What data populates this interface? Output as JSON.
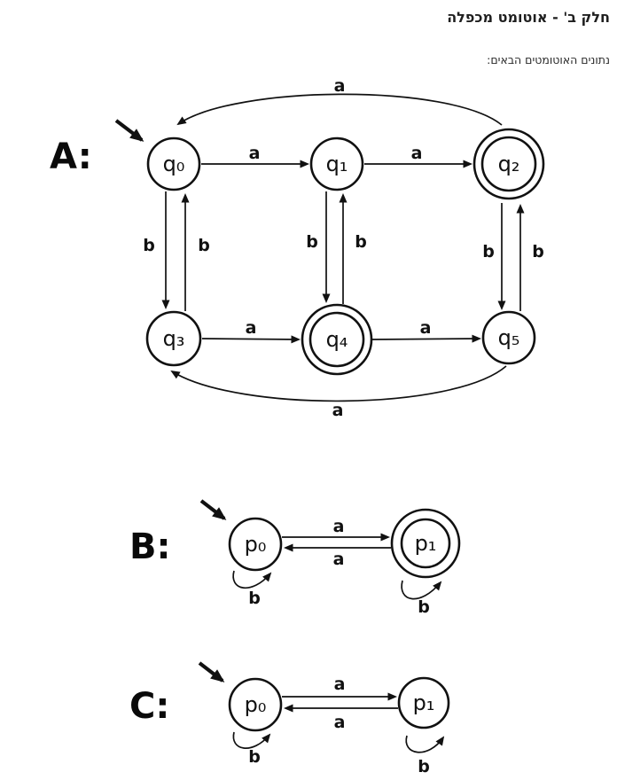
{
  "header": {
    "title": "חלק ב' - אוטומט מכפלה",
    "subtitle": "נתונים האוטומטים הבאים:"
  },
  "automata": {
    "a": {
      "label": "A:",
      "states": [
        {
          "id": "q0",
          "label": "q₀",
          "start": true,
          "accepting": false
        },
        {
          "id": "q1",
          "label": "q₁",
          "start": false,
          "accepting": false
        },
        {
          "id": "q2",
          "label": "q₂",
          "start": false,
          "accepting": true
        },
        {
          "id": "q3",
          "label": "q₃",
          "start": false,
          "accepting": false
        },
        {
          "id": "q4",
          "label": "q₄",
          "start": false,
          "accepting": true
        },
        {
          "id": "q5",
          "label": "q₅",
          "start": false,
          "accepting": false
        }
      ],
      "transitions": [
        {
          "from": "q0",
          "to": "q1",
          "symbol": "a"
        },
        {
          "from": "q1",
          "to": "q2",
          "symbol": "a"
        },
        {
          "from": "q2",
          "to": "q0",
          "symbol": "a"
        },
        {
          "from": "q0",
          "to": "q3",
          "symbol": "b"
        },
        {
          "from": "q3",
          "to": "q0",
          "symbol": "b"
        },
        {
          "from": "q1",
          "to": "q4",
          "symbol": "b"
        },
        {
          "from": "q4",
          "to": "q1",
          "symbol": "b"
        },
        {
          "from": "q2",
          "to": "q5",
          "symbol": "b"
        },
        {
          "from": "q5",
          "to": "q2",
          "symbol": "b"
        },
        {
          "from": "q3",
          "to": "q4",
          "symbol": "a"
        },
        {
          "from": "q4",
          "to": "q5",
          "symbol": "a"
        },
        {
          "from": "q5",
          "to": "q3",
          "symbol": "a"
        }
      ]
    },
    "b": {
      "label": "B:",
      "states": [
        {
          "id": "p0",
          "label": "p₀",
          "start": true,
          "accepting": false
        },
        {
          "id": "p1",
          "label": "p₁",
          "start": false,
          "accepting": true
        }
      ],
      "transitions": [
        {
          "from": "p0",
          "to": "p1",
          "symbol": "a"
        },
        {
          "from": "p1",
          "to": "p0",
          "symbol": "a"
        },
        {
          "from": "p0",
          "to": "p0",
          "symbol": "b"
        },
        {
          "from": "p1",
          "to": "p1",
          "symbol": "b"
        }
      ]
    },
    "c": {
      "label": "C:",
      "states": [
        {
          "id": "p0",
          "label": "p₀",
          "start": true,
          "accepting": false
        },
        {
          "id": "p1",
          "label": "p₁",
          "start": false,
          "accepting": false
        }
      ],
      "transitions": [
        {
          "from": "p0",
          "to": "p1",
          "symbol": "a"
        },
        {
          "from": "p1",
          "to": "p0",
          "symbol": "a"
        },
        {
          "from": "p0",
          "to": "p0",
          "symbol": "b"
        },
        {
          "from": "p1",
          "to": "p1",
          "symbol": "b"
        }
      ]
    }
  },
  "colors": {
    "ink": "#111111",
    "background": "#ffffff"
  }
}
